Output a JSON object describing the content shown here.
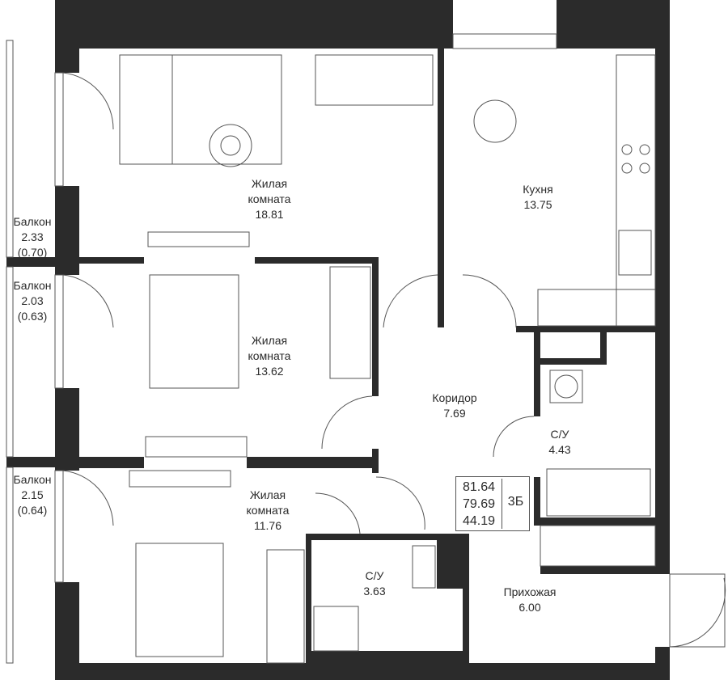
{
  "rooms": [
    {
      "name_line1": "Жилая",
      "name_line2": "комната",
      "area": "18.81"
    },
    {
      "name_line1": "Кухня",
      "area": "13.75"
    },
    {
      "name_line1": "Жилая",
      "name_line2": "комната",
      "area": "13.62"
    },
    {
      "name_line1": "Коридор",
      "area": "7.69"
    },
    {
      "name_line1": "С/У",
      "area": "4.43"
    },
    {
      "name_line1": "Жилая",
      "name_line2": "комната",
      "area": "11.76"
    },
    {
      "name_line1": "С/У",
      "area": "3.63"
    },
    {
      "name_line1": "Прихожая",
      "area": "6.00"
    }
  ],
  "balconies": [
    {
      "name": "Балкон",
      "area": "2.33",
      "reduced": "(0.70)"
    },
    {
      "name": "Балкон",
      "area": "2.03",
      "reduced": "(0.63)"
    },
    {
      "name": "Балкон",
      "area": "2.15",
      "reduced": "(0.64)"
    }
  ],
  "summary": {
    "total": "81.64",
    "living_total": "79.69",
    "living": "44.19",
    "type": "3Б"
  },
  "colors": {
    "wall": "#2b2b2b",
    "line": "#555555"
  }
}
